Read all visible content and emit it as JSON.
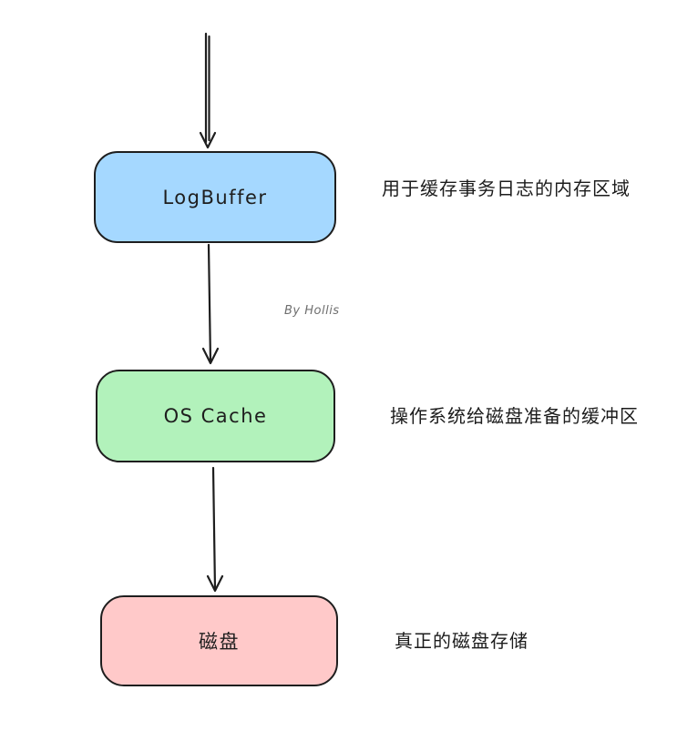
{
  "diagram": {
    "title": "",
    "attribution": "By Hollis",
    "colors": {
      "stroke": "#1e1e1e",
      "background": "#ffffff",
      "node_blue": "#a5d8ff",
      "node_green": "#b2f2bb",
      "node_pink": "#ffc9c9",
      "attribution_gray": "#6f6f6f"
    },
    "nodes": [
      {
        "id": "logbuffer",
        "label": "LogBuffer",
        "description": "用于缓存事务日志的内存区域",
        "fill": "#a5d8ff"
      },
      {
        "id": "oscache",
        "label": "OS Cache",
        "description": "操作系统给磁盘准备的缓冲区",
        "fill": "#b2f2bb"
      },
      {
        "id": "disk",
        "label": "磁盘",
        "description": "真正的磁盘存储",
        "fill": "#ffc9c9"
      }
    ],
    "edges": [
      {
        "from": "start",
        "to": "logbuffer",
        "direction": "down"
      },
      {
        "from": "logbuffer",
        "to": "oscache",
        "direction": "down"
      },
      {
        "from": "oscache",
        "to": "disk",
        "direction": "down"
      }
    ]
  }
}
